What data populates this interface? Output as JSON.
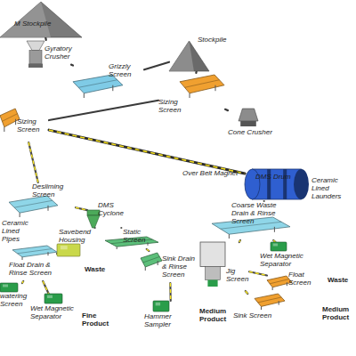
{
  "diagram": {
    "nodes": [
      {
        "text": [
          "M Stockpile"
        ]
      },
      {
        "text": [
          "Gyratory Crusher"
        ]
      },
      {
        "text": [
          "Grizzly Screen"
        ]
      },
      {
        "text": [
          "Stockpile"
        ]
      },
      {
        "text": [
          "Sizing Screen"
        ]
      },
      {
        "text": [
          "Cone Crusher"
        ]
      },
      {
        "text": [
          "Sizing Screen"
        ]
      },
      {
        "text": [
          "DMS Drum"
        ]
      },
      {
        "text": [
          "Desliming Screen"
        ]
      },
      {
        "text": [
          "DMS Cyclone"
        ]
      },
      {
        "text": [
          "Savebend Housing"
        ]
      },
      {
        "text": [
          "Static Screen"
        ]
      },
      {
        "text": [
          "Coarse Waste Drain & Rinse Screen"
        ]
      },
      {
        "text": [
          "Float Drain & Rinse Screen"
        ]
      },
      {
        "text": [
          "Sink Drain & Rinse Screen"
        ]
      },
      {
        "text": [
          "Jig Screen"
        ]
      },
      {
        "text": [
          "Wet Magnetic Separator"
        ]
      },
      {
        "text": [
          "Float Screen"
        ]
      },
      {
        "text": [
          "Sink Screen"
        ]
      },
      {
        "text": [
          "Hammer Sampler"
        ]
      },
      {
        "text": [
          "watering Screen"
        ]
      },
      {
        "text": [
          "Wet Magnetic Separator"
        ]
      }
    ],
    "edges": [
      {
        "from": 0,
        "to": 1,
        "arrow": "none"
      },
      {
        "from": 1,
        "to": 2,
        "arrow": "none"
      },
      {
        "from": 2,
        "to": 3,
        "arrow": "none"
      },
      {
        "from": 3,
        "to": 4,
        "arrow": "none"
      },
      {
        "from": 4,
        "to": 5,
        "arrow": "none"
      },
      {
        "from": 4,
        "to": 6,
        "arrow": "none"
      },
      {
        "from": 6,
        "to": 7,
        "arrow": "none"
      },
      {
        "from": 6,
        "to": 8,
        "arrow": "none"
      },
      {
        "from": 8,
        "to": 9,
        "arrow": "none"
      },
      {
        "from": 9,
        "to": 10,
        "arrow": "none"
      },
      {
        "from": 9,
        "to": 11,
        "arrow": "none"
      },
      {
        "from": 10,
        "to": 13,
        "arrow": "none"
      },
      {
        "from": 11,
        "to": 14,
        "arrow": "none"
      },
      {
        "from": 14,
        "to": 19,
        "arrow": "none"
      },
      {
        "from": 7,
        "to": 12,
        "arrow": "none"
      },
      {
        "from": 12,
        "to": 15,
        "arrow": "none"
      },
      {
        "from": 15,
        "to": 17,
        "arrow": "none"
      },
      {
        "from": 15,
        "to": 18,
        "arrow": "none"
      },
      {
        "from": 12,
        "to": 16,
        "arrow": "none"
      },
      {
        "from": 13,
        "to": 21,
        "arrow": "none"
      },
      {
        "from": 13,
        "to": 20,
        "arrow": "none"
      }
    ],
    "labels": [
      "Over Belt Magnet",
      "Ceramic Lined Launders",
      "Ceramic Lined Pipes",
      "Waste",
      "Fine Product",
      "Medium Product",
      "Waste",
      "Medium Product"
    ]
  }
}
